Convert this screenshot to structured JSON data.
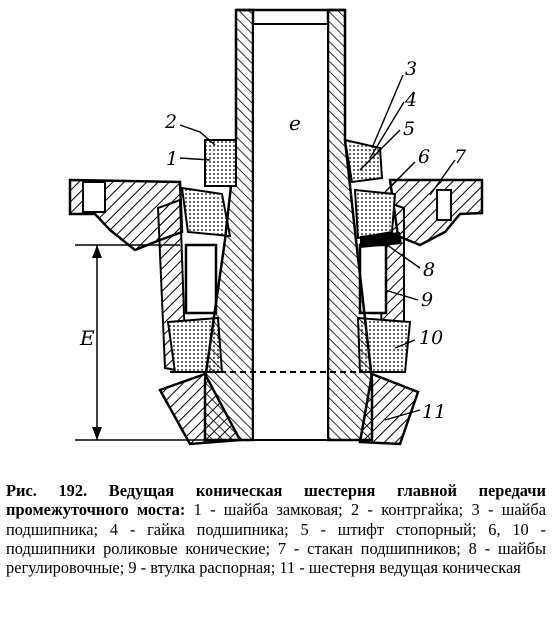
{
  "figure": {
    "callouts": [
      "1",
      "2",
      "3",
      "4",
      "5",
      "6",
      "7",
      "8",
      "9",
      "10",
      "11"
    ],
    "shaft_label": "e",
    "dimension_label": "E"
  },
  "caption": {
    "title": "Рис. 192. Ведущая коническая шестерня главной передачи промежуточного моста:",
    "body": " 1 - шайба замковая; 2 - контргайка; 3 - шайба подшипника; 4 - гайка подшипника; 5 - штифт стопорный; 6, 10 - подшипники роликовые конические; 7 - стакан подшипников; 8 - шайбы регулировочные; 9 - втулка распорная; 11 - шестерня ведущая коническая"
  }
}
